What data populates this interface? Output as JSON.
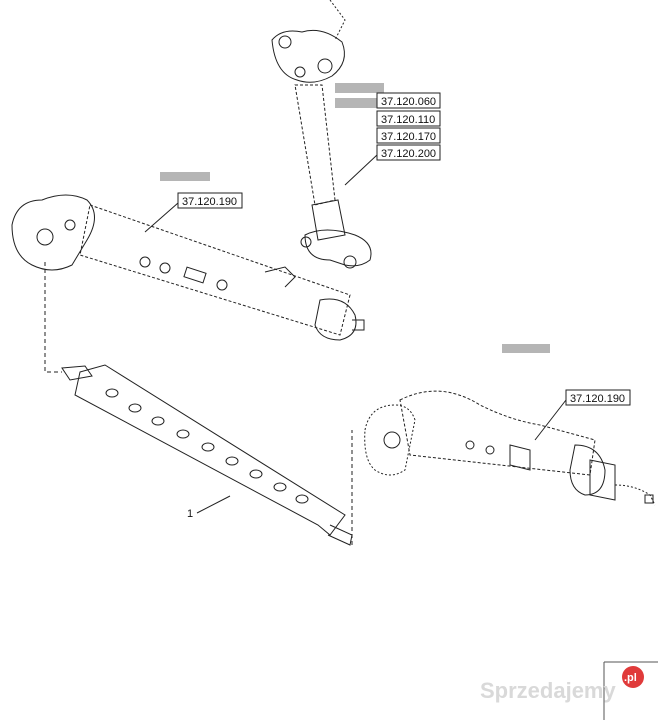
{
  "diagram": {
    "callouts": {
      "top_link_refs": [
        "37.120.060",
        "37.120.110",
        "37.120.170",
        "37.120.200"
      ],
      "left_lower_link_ref": "37.120.190",
      "right_lower_link_ref": "37.120.190",
      "bar_item_number": "1"
    },
    "watermark": {
      "text": "Sprzedajemy",
      "suffix": ".pl",
      "badge_color": "#e03a3a"
    },
    "colors": {
      "line": "#222222",
      "redaction": "#b5b5b5"
    }
  }
}
